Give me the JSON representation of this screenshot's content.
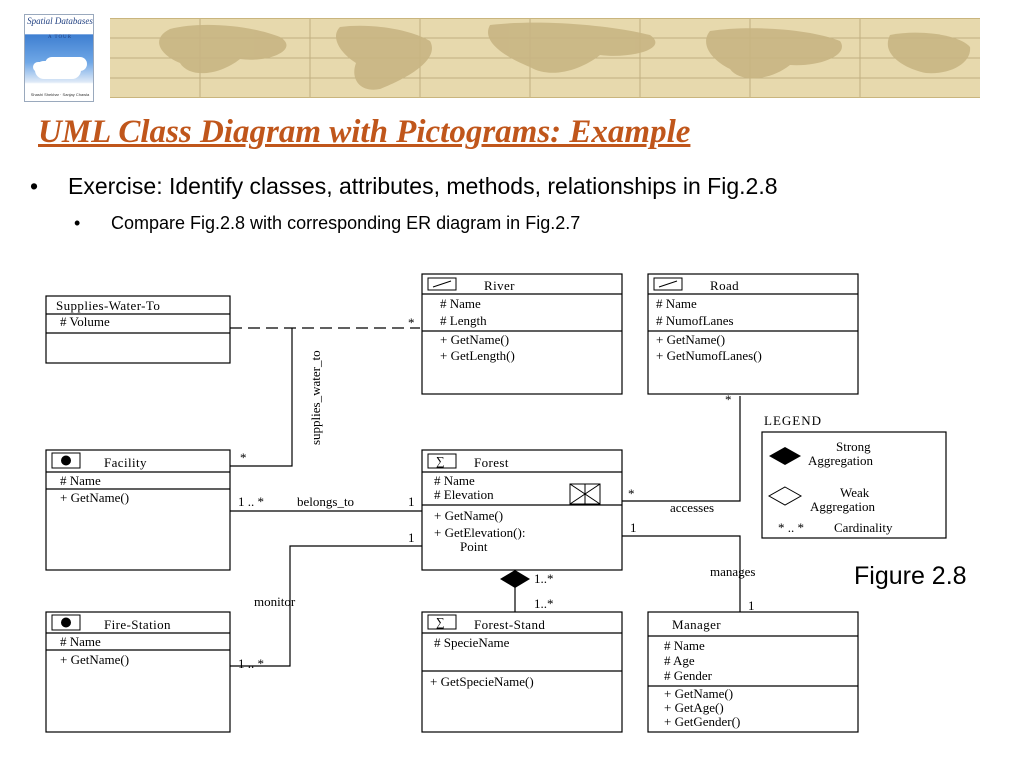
{
  "slide": {
    "title": "UML Class Diagram with Pictograms: Example",
    "bullet_1": "Exercise: Identify classes, attributes, methods, relationships in Fig.2.8",
    "bullet_2": "Compare Fig.2.8 with corresponding ER diagram in Fig.2.7",
    "figure_label": "Figure 2.8",
    "bullet_glyph": "•"
  },
  "book_cover": {
    "title": "Spatial Databases",
    "subtitle": "A TOUR",
    "authors": "Shashi Shekhar · Sanjay Chawla"
  },
  "diagram": {
    "classes": {
      "river": {
        "name": "River",
        "attributes": [
          "# Name",
          "# Length"
        ],
        "methods": [
          "+ GetName()",
          "+ GetLength()"
        ]
      },
      "road": {
        "name": "Road",
        "attributes": [
          "# Name",
          "# NumofLanes"
        ],
        "methods": [
          "+ GetName()",
          "+ GetNumofLanes()"
        ]
      },
      "supplies_water_to": {
        "name": "Supplies-Water-To",
        "attributes": [
          "# Volume"
        ]
      },
      "facility": {
        "name": "Facility",
        "attributes": [
          "# Name"
        ],
        "methods": [
          "+ GetName()"
        ]
      },
      "forest": {
        "name": "Forest",
        "attributes": [
          "# Name",
          "# Elevation"
        ],
        "methods": [
          "+ GetName()",
          "+ GetElevation():",
          "Point"
        ]
      },
      "fire_station": {
        "name": "Fire-Station",
        "attributes": [
          "# Name"
        ],
        "methods": [
          "+ GetName()"
        ]
      },
      "forest_stand": {
        "name": "Forest-Stand",
        "attributes": [
          "# SpecieName"
        ],
        "methods": [
          "+ GetSpecieName()"
        ]
      },
      "manager": {
        "name": "Manager",
        "attributes": [
          "# Name",
          "# Age",
          "# Gender"
        ],
        "methods": [
          "+ GetName()",
          "+ GetAge()",
          "+ GetGender()"
        ]
      }
    },
    "associations": {
      "supplies_water_to": "supplies_water_to",
      "belongs_to": "belongs_to",
      "accesses": "accesses",
      "monitor": "monitor",
      "manages": "manages"
    },
    "multiplicities": {
      "star": "*",
      "one": "1",
      "one_to_many": "1 .. *",
      "one_to_many_tight": "1..*"
    },
    "legend": {
      "title": "LEGEND",
      "strong_line1": "Strong",
      "strong_line2": "Aggregation",
      "weak_line1": "Weak",
      "weak_line2": "Aggregation",
      "cardinality_symbol": "* .. *",
      "cardinality_label": "Cardinality"
    }
  },
  "colors": {
    "title": "#c0561b",
    "text": "#000000",
    "map_background": "#e7d9ad",
    "map_ink": "#a99766"
  }
}
